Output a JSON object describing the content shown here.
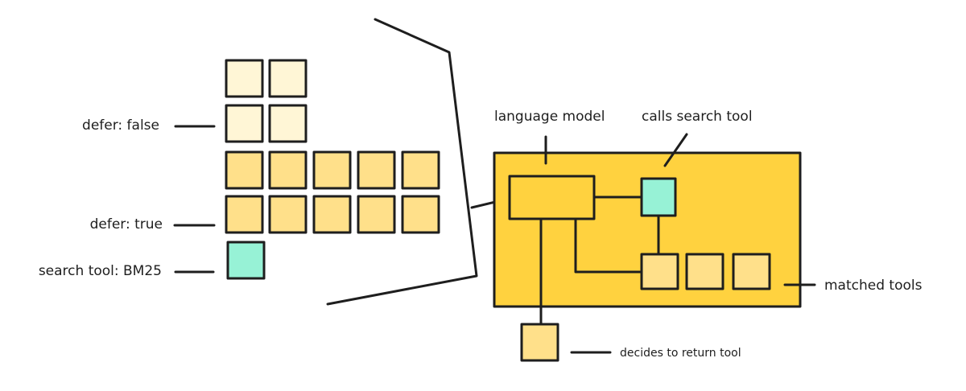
{
  "labels": {
    "defer_false": "defer: false",
    "defer_true": "defer: true",
    "search_tool": "search tool: BM25",
    "language_model": "language model",
    "calls_search_tool": "calls search tool",
    "matched_tools": "matched tools",
    "decides_to_return": "decides to return tool"
  },
  "colors": {
    "tool_pale": "#fff6d6",
    "tool_deferred": "#ffe08a",
    "search_tool": "#97f2d6",
    "panel": "#ffd23f",
    "model": "#ffd23f",
    "stroke": "#1e1e1e"
  }
}
